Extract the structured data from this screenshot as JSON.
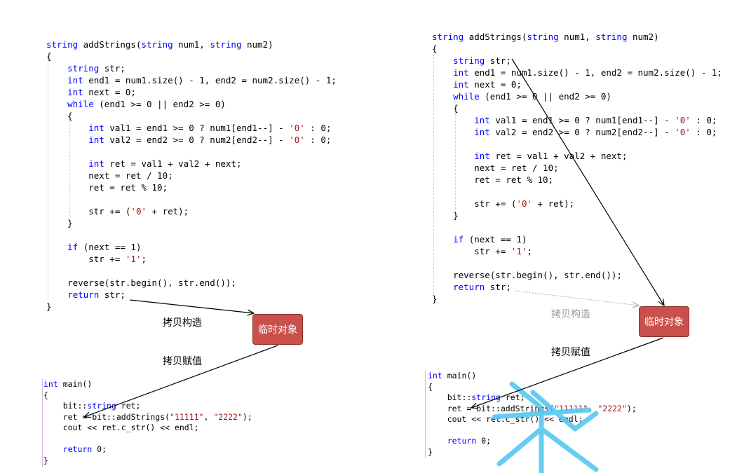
{
  "left_panel": {
    "function_code": [
      "string addStrings(string num1, string num2)",
      "{",
      "    string str;",
      "    int end1 = num1.size() - 1, end2 = num2.size() - 1;",
      "    int next = 0;",
      "    while (end1 >= 0 || end2 >= 0)",
      "    {",
      "        int val1 = end1 >= 0 ? num1[end1--] - '0' : 0;",
      "        int val2 = end2 >= 0 ? num2[end2--] - '0' : 0;",
      "",
      "        int ret = val1 + val2 + next;",
      "        next = ret / 10;",
      "        ret = ret % 10;",
      "",
      "        str += ('0' + ret);",
      "    }",
      "",
      "    if (next == 1)",
      "        str += '1';",
      "",
      "    reverse(str.begin(), str.end());",
      "    return str;",
      "}"
    ],
    "main_code": [
      "int main()",
      "{",
      "    bit::string ret;",
      "    ret = bit::addStrings(\"11111\", \"2222\");",
      "    cout << ret.c_str() << endl;",
      "",
      "    return 0;",
      "}"
    ],
    "temp_object_label": "临时对象",
    "copy_construct_label": "拷贝构造",
    "copy_assign_label": "拷贝赋值"
  },
  "right_panel": {
    "function_code": [
      "string addStrings(string num1, string num2)",
      "{",
      "    string str;",
      "    int end1 = num1.size() - 1, end2 = num2.size() - 1;",
      "    int next = 0;",
      "    while (end1 >= 0 || end2 >= 0)",
      "    {",
      "        int val1 = end1 >= 0 ? num1[end1--] - '0' : 0;",
      "        int val2 = end2 >= 0 ? num2[end2--] - '0' : 0;",
      "",
      "        int ret = val1 + val2 + next;",
      "        next = ret / 10;",
      "        ret = ret % 10;",
      "",
      "        str += ('0' + ret);",
      "    }",
      "",
      "    if (next == 1)",
      "        str += '1';",
      "",
      "    reverse(str.begin(), str.end());",
      "    return str;",
      "}"
    ],
    "main_code": [
      "int main()",
      "{",
      "    bit::string ret;",
      "    ret = bit::addStrings(\"11111\", \"2222\");",
      "    cout << ret.c_str() << endl;",
      "",
      "    return 0;",
      "}"
    ],
    "temp_object_label": "临时对象",
    "copy_construct_label": "拷贝构造",
    "copy_assign_label": "拷贝赋值"
  },
  "colors": {
    "keyword": "#0000ff",
    "type": "#2b91af",
    "string_literal": "#a31515",
    "temp_box_fill": "#c9504b",
    "watermark": "#55c8f0"
  }
}
